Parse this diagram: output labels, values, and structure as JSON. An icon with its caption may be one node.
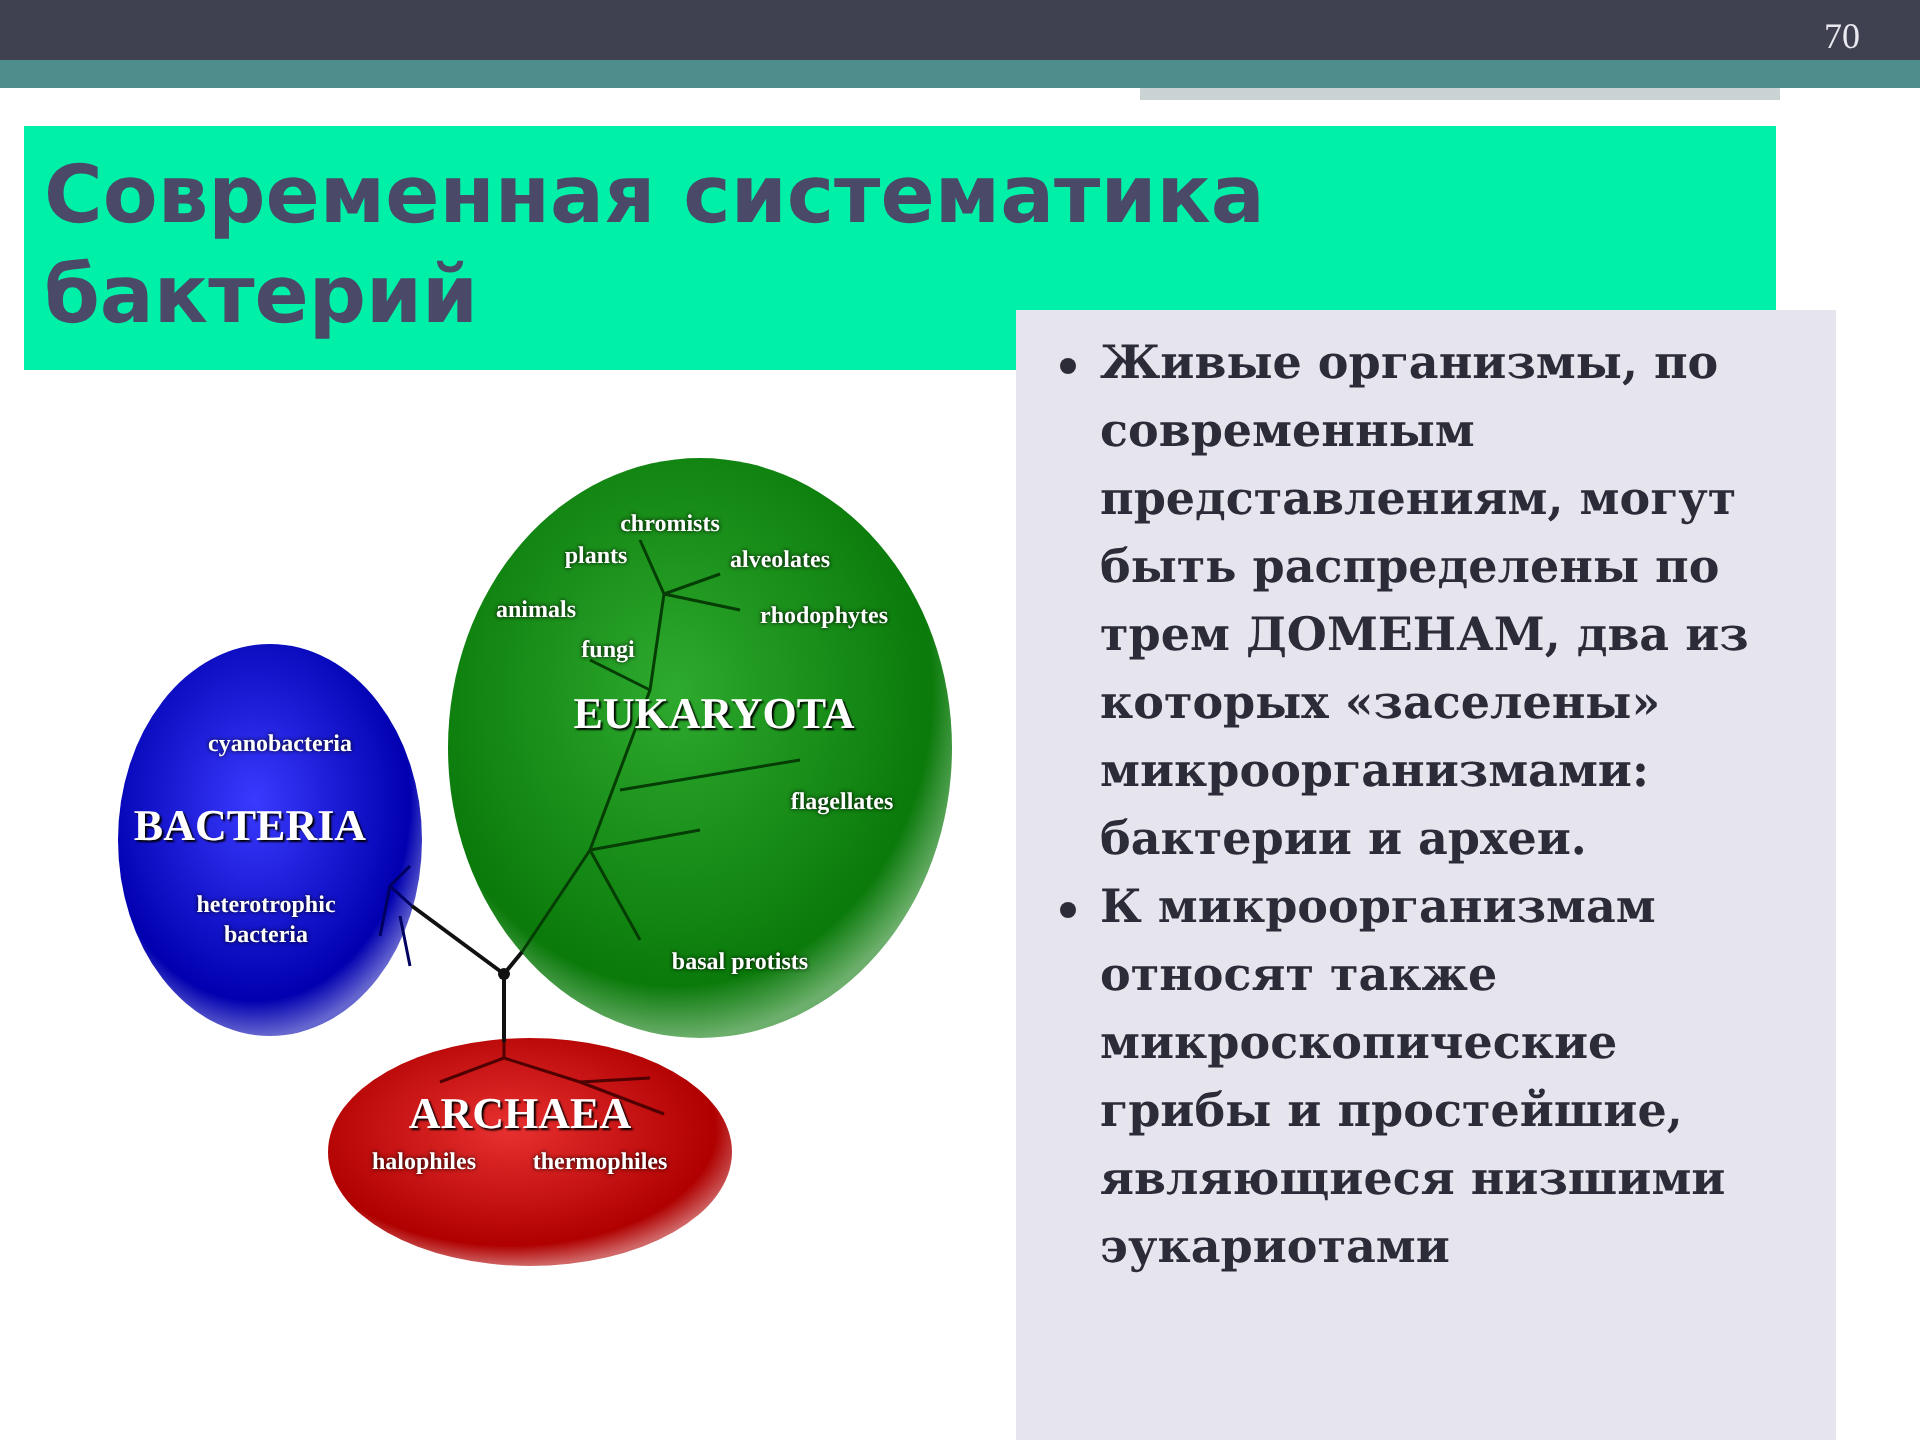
{
  "diagram": {
    "title": "Современная систематика бактерий",
    "nodes": [
      {
        "text": [
          "cyanobacteria",
          "BACTERIA",
          "heterotrophic bacteria"
        ]
      },
      {
        "text": [
          "chromists",
          "plants",
          "alveolates",
          "animals",
          "rhodophytes",
          "fungi",
          "EUKARYOTA",
          "flagellates",
          "basal protists"
        ]
      },
      {
        "text": [
          "ARCHAEA",
          "halophiles",
          "thermophiles"
        ]
      },
      {
        "text": [],
        "shape": "point"
      },
      {
        "text": [
          "Живые организмы, по современным представлениям, могут быть распределены по трем ДОМЕНАМ, два из которых «заселены» микроорганизмами: бактерии и археи.",
          "К микроорганизмам относят также микроскопические грибы и простейшие, являющиеся низшими эукариотами"
        ]
      }
    ],
    "edges": [
      {
        "from": 3,
        "to": 0,
        "arrow": "none"
      },
      {
        "from": 3,
        "to": 1,
        "arrow": "none"
      },
      {
        "from": 3,
        "to": 2,
        "arrow": "none"
      }
    ],
    "labels": [
      "70"
    ]
  }
}
